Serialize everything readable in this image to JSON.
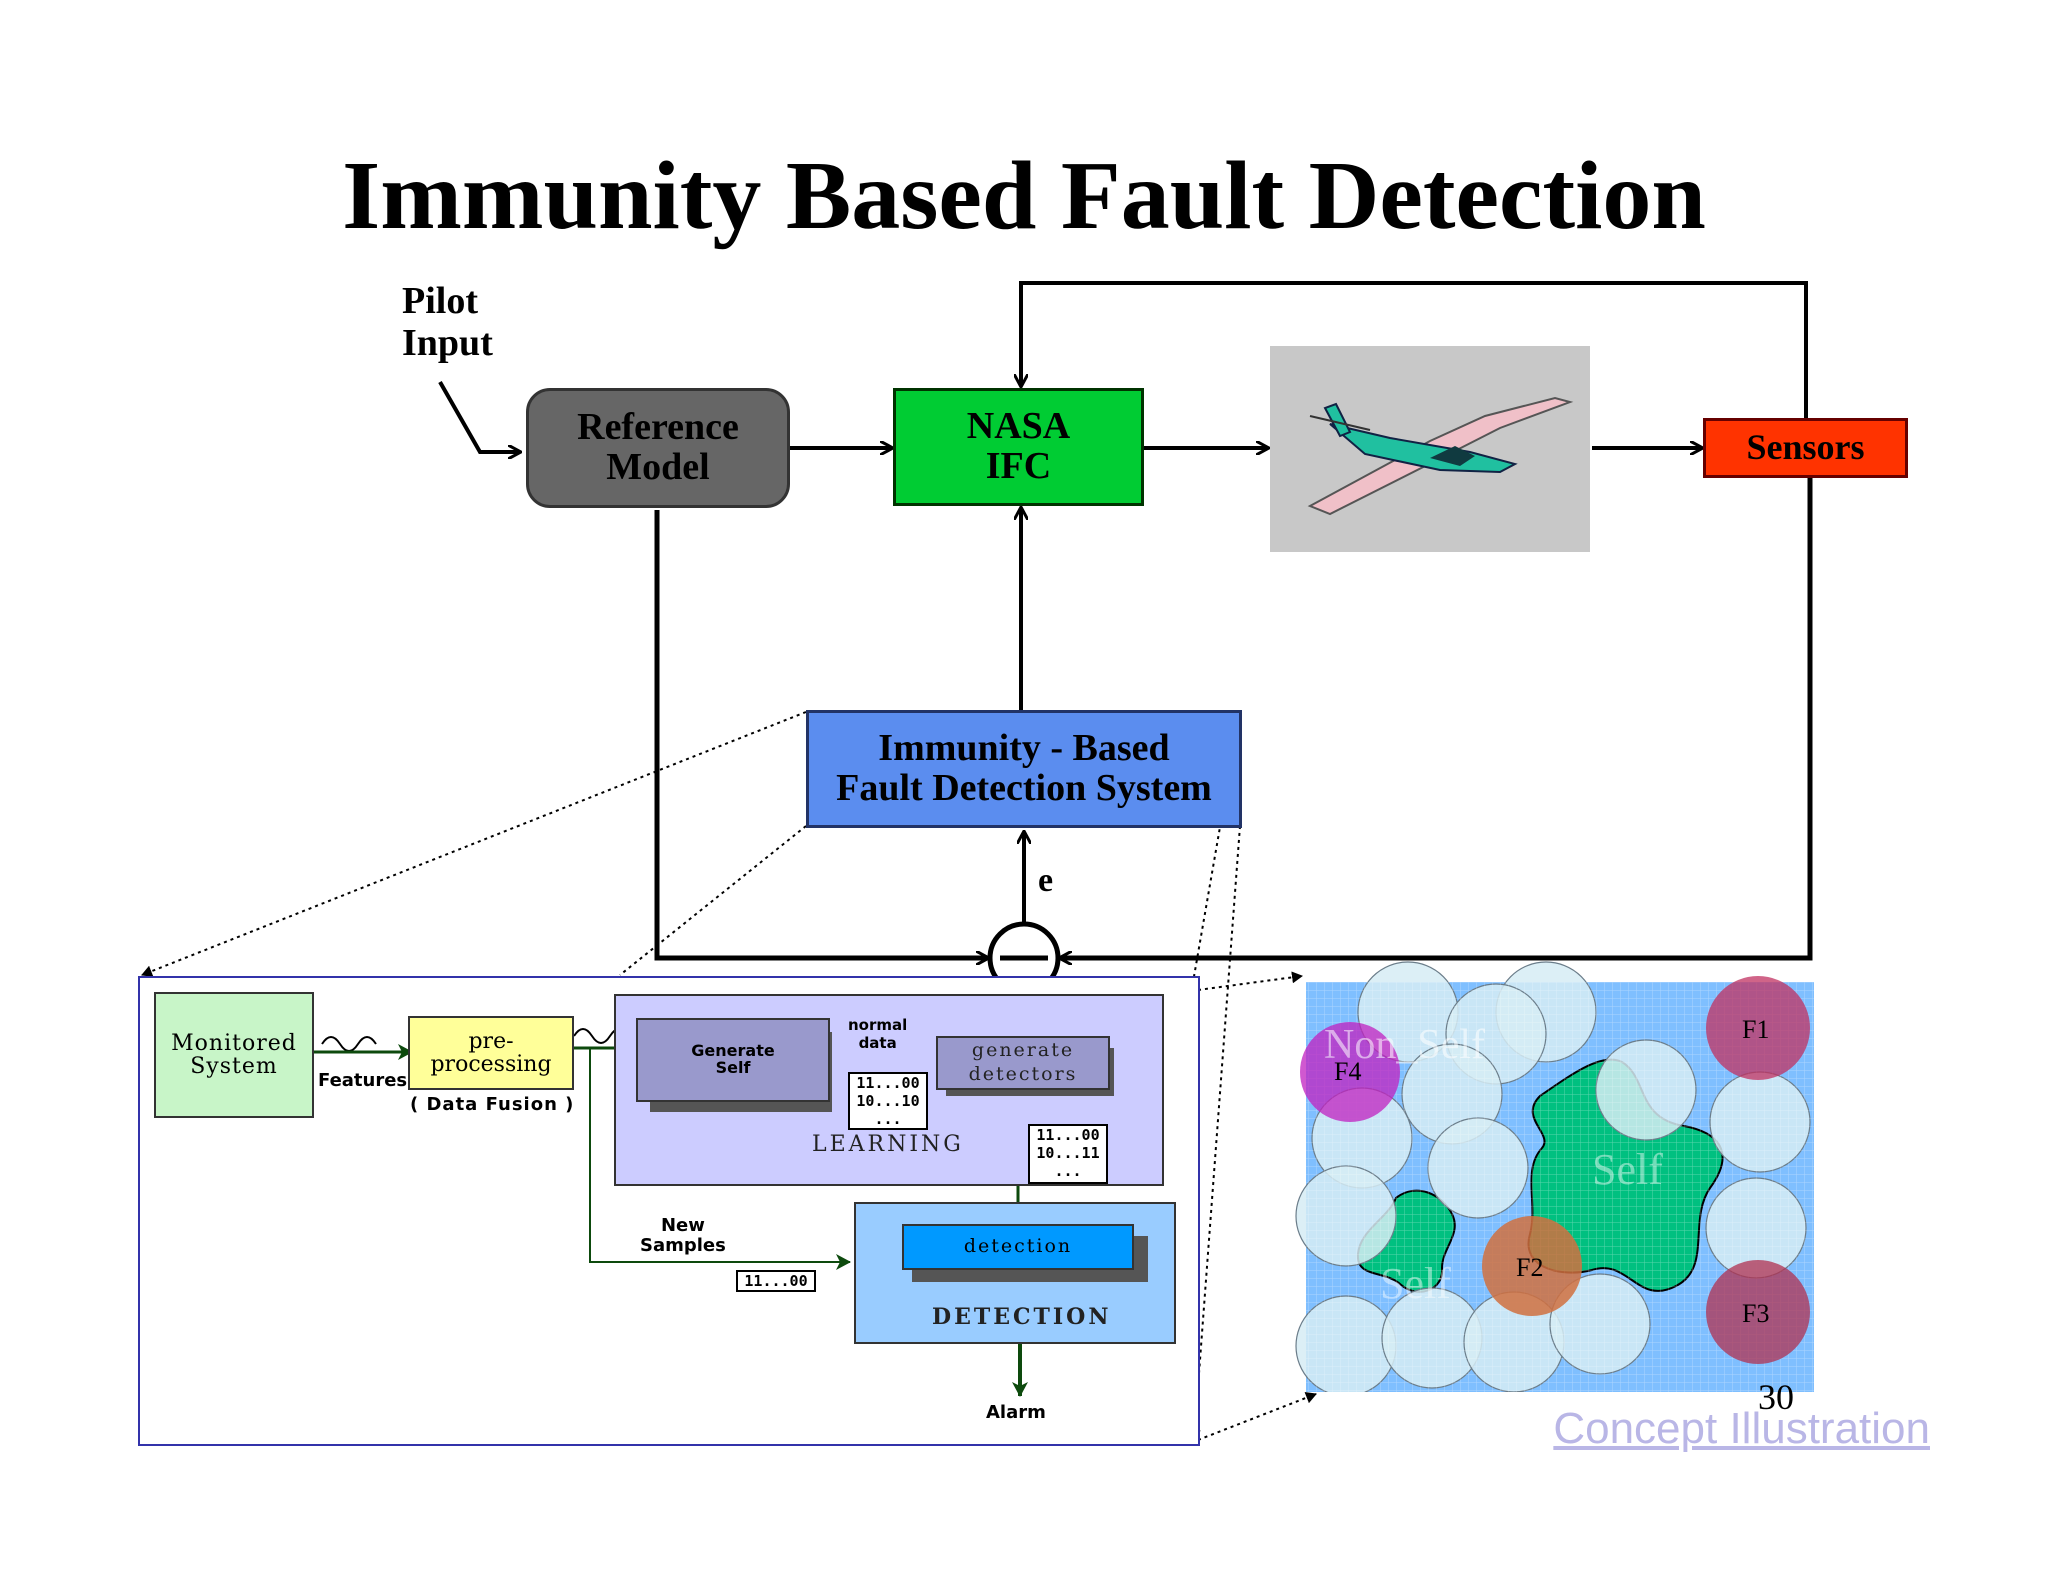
{
  "title": "Immunity Based Fault Detection",
  "pilot_input": [
    "Pilot",
    "Input"
  ],
  "blocks": {
    "reference_model": [
      "Reference",
      "Model"
    ],
    "nasa_ifc": [
      "NASA",
      "IFC"
    ],
    "sensors": "Sensors",
    "ifds": [
      "Immunity - Based",
      "Fault Detection System"
    ],
    "error_label": "e"
  },
  "detail": {
    "monitored_system": [
      "Monitored",
      "System"
    ],
    "features": "Features",
    "preprocessing": [
      "pre-",
      "processing"
    ],
    "data_fusion": "( Data Fusion )",
    "generate_self": [
      "Generate",
      "Self"
    ],
    "normal_data": [
      "normal",
      "data"
    ],
    "generate_detectors": [
      "generate",
      "detectors"
    ],
    "learning": "LEARNING",
    "bits_a": [
      "11...00",
      "10...10",
      "..."
    ],
    "bits_b": [
      "11...00",
      "10...11",
      "..."
    ],
    "new_samples": [
      "New",
      "Samples"
    ],
    "bits_c": "11...00",
    "detection_box": "detection",
    "detection_label": "DETECTION",
    "alarm": "Alarm"
  },
  "concept": {
    "non_self": "Non_Self",
    "self_labels": [
      "Self",
      "Self"
    ],
    "faults": [
      "F1",
      "F2",
      "F3",
      "F4"
    ]
  },
  "page_number": "30",
  "footer_link": "Concept Illustration",
  "colors": {
    "reference_model": "#666666",
    "nasa_ifc": "#00cc33",
    "sensors": "#ff3300",
    "ifds": "#5b8def",
    "monitored": "#c8f5c8",
    "preprocessing": "#ffff99",
    "learning_bg": "#ccccff",
    "detection_bg": "#99ccff",
    "concept_bg": "#7fbfff",
    "self_region": "#00c080"
  }
}
